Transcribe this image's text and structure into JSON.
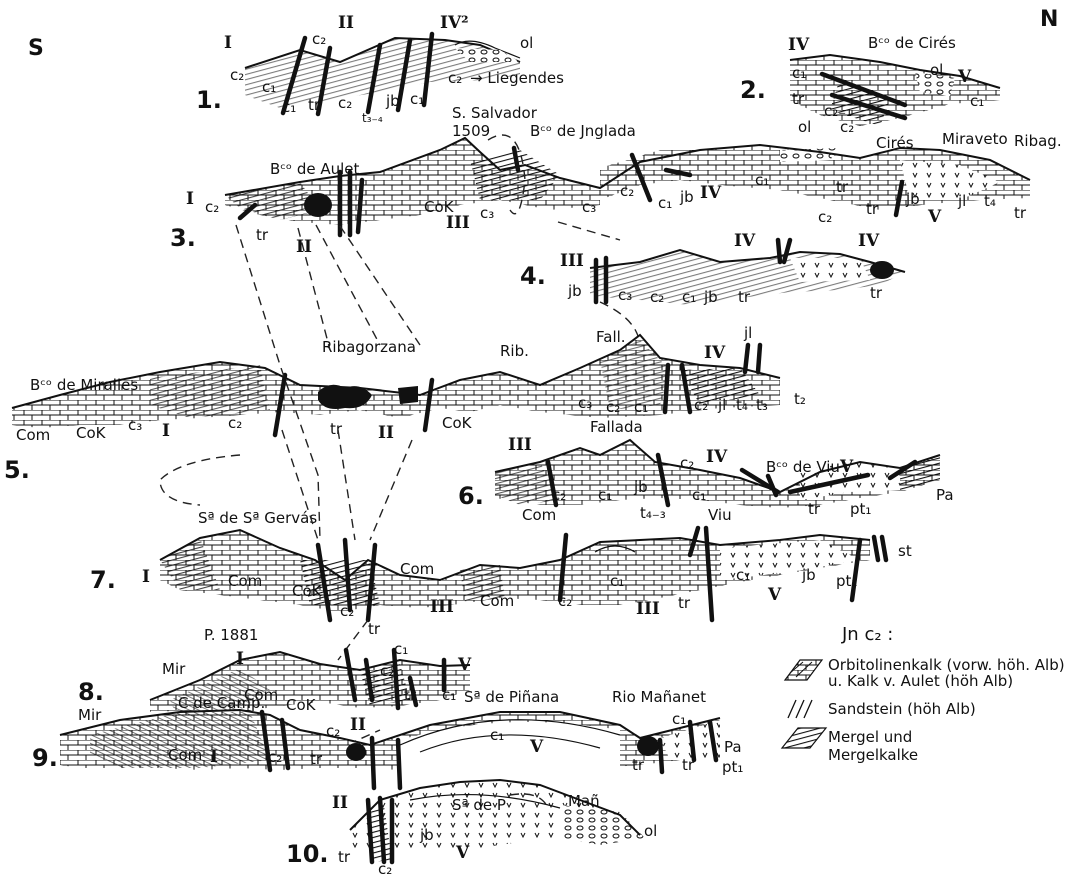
{
  "orientation": {
    "south": "S",
    "north": "N"
  },
  "profiles": [
    {
      "number": "1.",
      "labels": [
        "I",
        "II",
        "IV²",
        "c₂",
        "c₂",
        "ol",
        "c₂",
        "→ Liegendes",
        "c₁",
        "c₁",
        "tr",
        "c₂",
        "jb",
        "c₁",
        "t₃₋₄"
      ]
    },
    {
      "number": "2.",
      "labels": [
        "IV",
        "Bᶜᵒ de Cirés",
        "c₁",
        "ol",
        "V",
        "tr",
        "c₂₋₁",
        "c₂",
        "c₁"
      ]
    },
    {
      "number": "3.",
      "labels": [
        "I",
        "c₂",
        "Bᶜᵒ de Aulet",
        "tr",
        "II",
        "S. Salvador",
        "1509",
        "Bᶜᵒ de Jnglada",
        "CoK",
        "III",
        "c₃",
        "c₃",
        "ol",
        "c₂",
        "c₁",
        "jb",
        "IV",
        "c₁",
        "Cirés",
        "Miraveto",
        "Ribag.",
        "tr",
        "c₂",
        "tr",
        "jb",
        "V",
        "jl",
        "t₄",
        "tr"
      ]
    },
    {
      "number": "4.",
      "labels": [
        "III",
        "IV",
        "IV",
        "jb",
        "c₃",
        "c₂",
        "c₁",
        "jb",
        "tr",
        "tr"
      ]
    },
    {
      "number": "5.",
      "labels": [
        "Bᶜᵒ de Miralles",
        "Ribagorzana",
        "Rib.",
        "Fall.",
        "jl",
        "IV",
        "Com",
        "CoK",
        "c₃",
        "I",
        "c₂",
        "tr",
        "II",
        "CoK",
        "c₃",
        "c₂",
        "c₁",
        "c₂",
        "jl",
        "t₄",
        "t₃",
        "t₂"
      ]
    },
    {
      "number": "6.",
      "labels": [
        "Fallada",
        "III",
        "IV",
        "Bᶜᵒ de Viu",
        "V",
        "c₂",
        "Com",
        "c₂",
        "c₁",
        "jb",
        "t₄₋₃",
        "c₁",
        "tr",
        "pt₁",
        "Pa"
      ]
    },
    {
      "number": "7.",
      "labels": [
        "Sª de Sª Gervás",
        "I",
        "Com",
        "CoK",
        "c₂",
        "tr",
        "Com",
        "III",
        "Com",
        "c₂",
        "c₁",
        "III",
        "tr",
        "Viu",
        "c₁",
        "jb",
        "V",
        "pt₁",
        "st"
      ]
    },
    {
      "number": "8.",
      "labels": [
        "P. 1881",
        "Mir",
        "I",
        "Com",
        "CoK",
        "II",
        "c₁",
        "c₂",
        "tr",
        "V",
        "c₁"
      ]
    },
    {
      "number": "9.",
      "labels": [
        "Mir",
        "C de Camp.",
        "Com",
        "I",
        "c₂",
        "c₂",
        "tr",
        "Sª de Piñana",
        "c₁",
        "V",
        "Rio Mañanet",
        "c₁",
        "tr",
        "tr",
        "Pa",
        "pt₁"
      ]
    },
    {
      "number": "10.",
      "labels": [
        "II",
        "Sª de P",
        "Mañ",
        "tr",
        "jb",
        "V",
        "ol",
        "c₂"
      ]
    }
  ],
  "legend": {
    "title": "Jn c₂ :",
    "items": [
      {
        "text": "Orbitolinenkalk (vorw. höh. Alb)",
        "text2": "u. Kalk v. Aulet (höh Alb)",
        "pattern": "limestone"
      },
      {
        "text": "Sandstein (höh Alb)",
        "text2": "",
        "pattern": "sandstone"
      },
      {
        "text": "Mergel und",
        "text2": "Mergelkalke",
        "pattern": "marl"
      }
    ]
  },
  "colors": {
    "ink": "#111111",
    "paper": "#ffffff"
  }
}
